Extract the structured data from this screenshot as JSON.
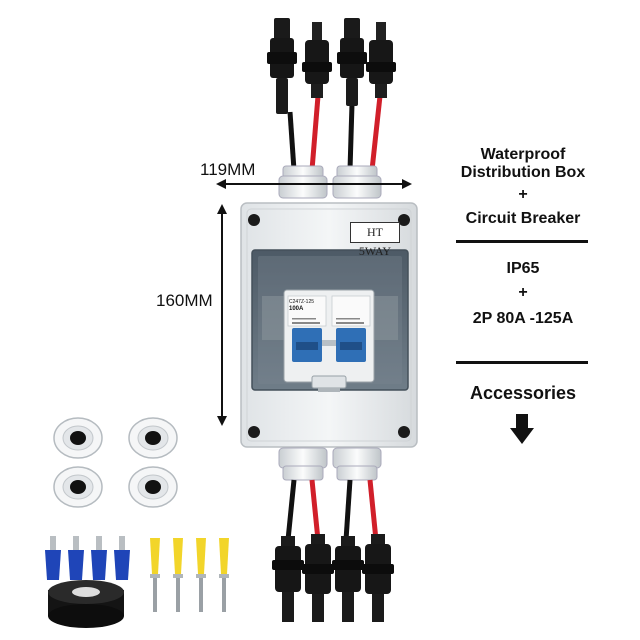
{
  "dimensions": {
    "width_label": "119MM",
    "height_label": "160MM"
  },
  "product": {
    "plate_label": "HT 5WAY",
    "breaker_rating": "C247Z-125",
    "breaker_current": "100A"
  },
  "specs": {
    "title_line1": "Waterproof",
    "title_line2": "Distribution Box",
    "plus1": "+",
    "title_line3": "Circuit Breaker",
    "rating": "IP65",
    "plus2": "+",
    "breaker": "2P 80A -125A",
    "accessories": "Accessories"
  },
  "colors": {
    "enclosure": "#eceff1",
    "window": "#5b6a77",
    "breaker_blue": "#2f6fb6",
    "cable_red": "#d11f2a",
    "cable_black": "#111111"
  }
}
